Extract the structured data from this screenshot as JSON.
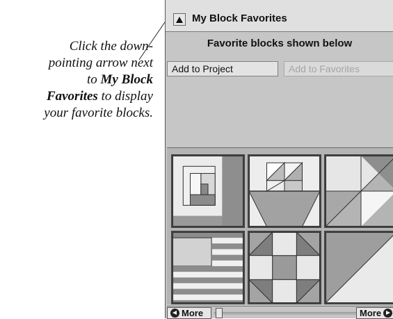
{
  "callout": {
    "line1": "Click the down-",
    "line2": "pointing arrow next",
    "line3": "to",
    "emphasis1": "My Block",
    "emphasis2": "Favorites",
    "line4": "to display",
    "line5": "your favorite blocks."
  },
  "panel": {
    "title": "My Block Favorites",
    "subtitle": "Favorite blocks shown below",
    "buttons": {
      "add_to_project": "Add to Project",
      "add_to_favorites": "Add to Favorites"
    },
    "scroll": {
      "more_left": "More",
      "more_right": "More"
    }
  },
  "blocks": [
    {
      "name": "log-cabin-block"
    },
    {
      "name": "basket-block"
    },
    {
      "name": "pinwheel-triangles-block"
    },
    {
      "name": "flag-stripes-block"
    },
    {
      "name": "shoofly-block"
    },
    {
      "name": "half-square-triangle-block"
    }
  ],
  "colors": {
    "panel_bg": "#c6c6c6",
    "header_bg": "#e0e0e0",
    "disabled_text": "#a4a4a4",
    "fabric_light": "#e9e9e9",
    "fabric_mid": "#a6a6a6",
    "fabric_dark": "#7e7e7e"
  }
}
